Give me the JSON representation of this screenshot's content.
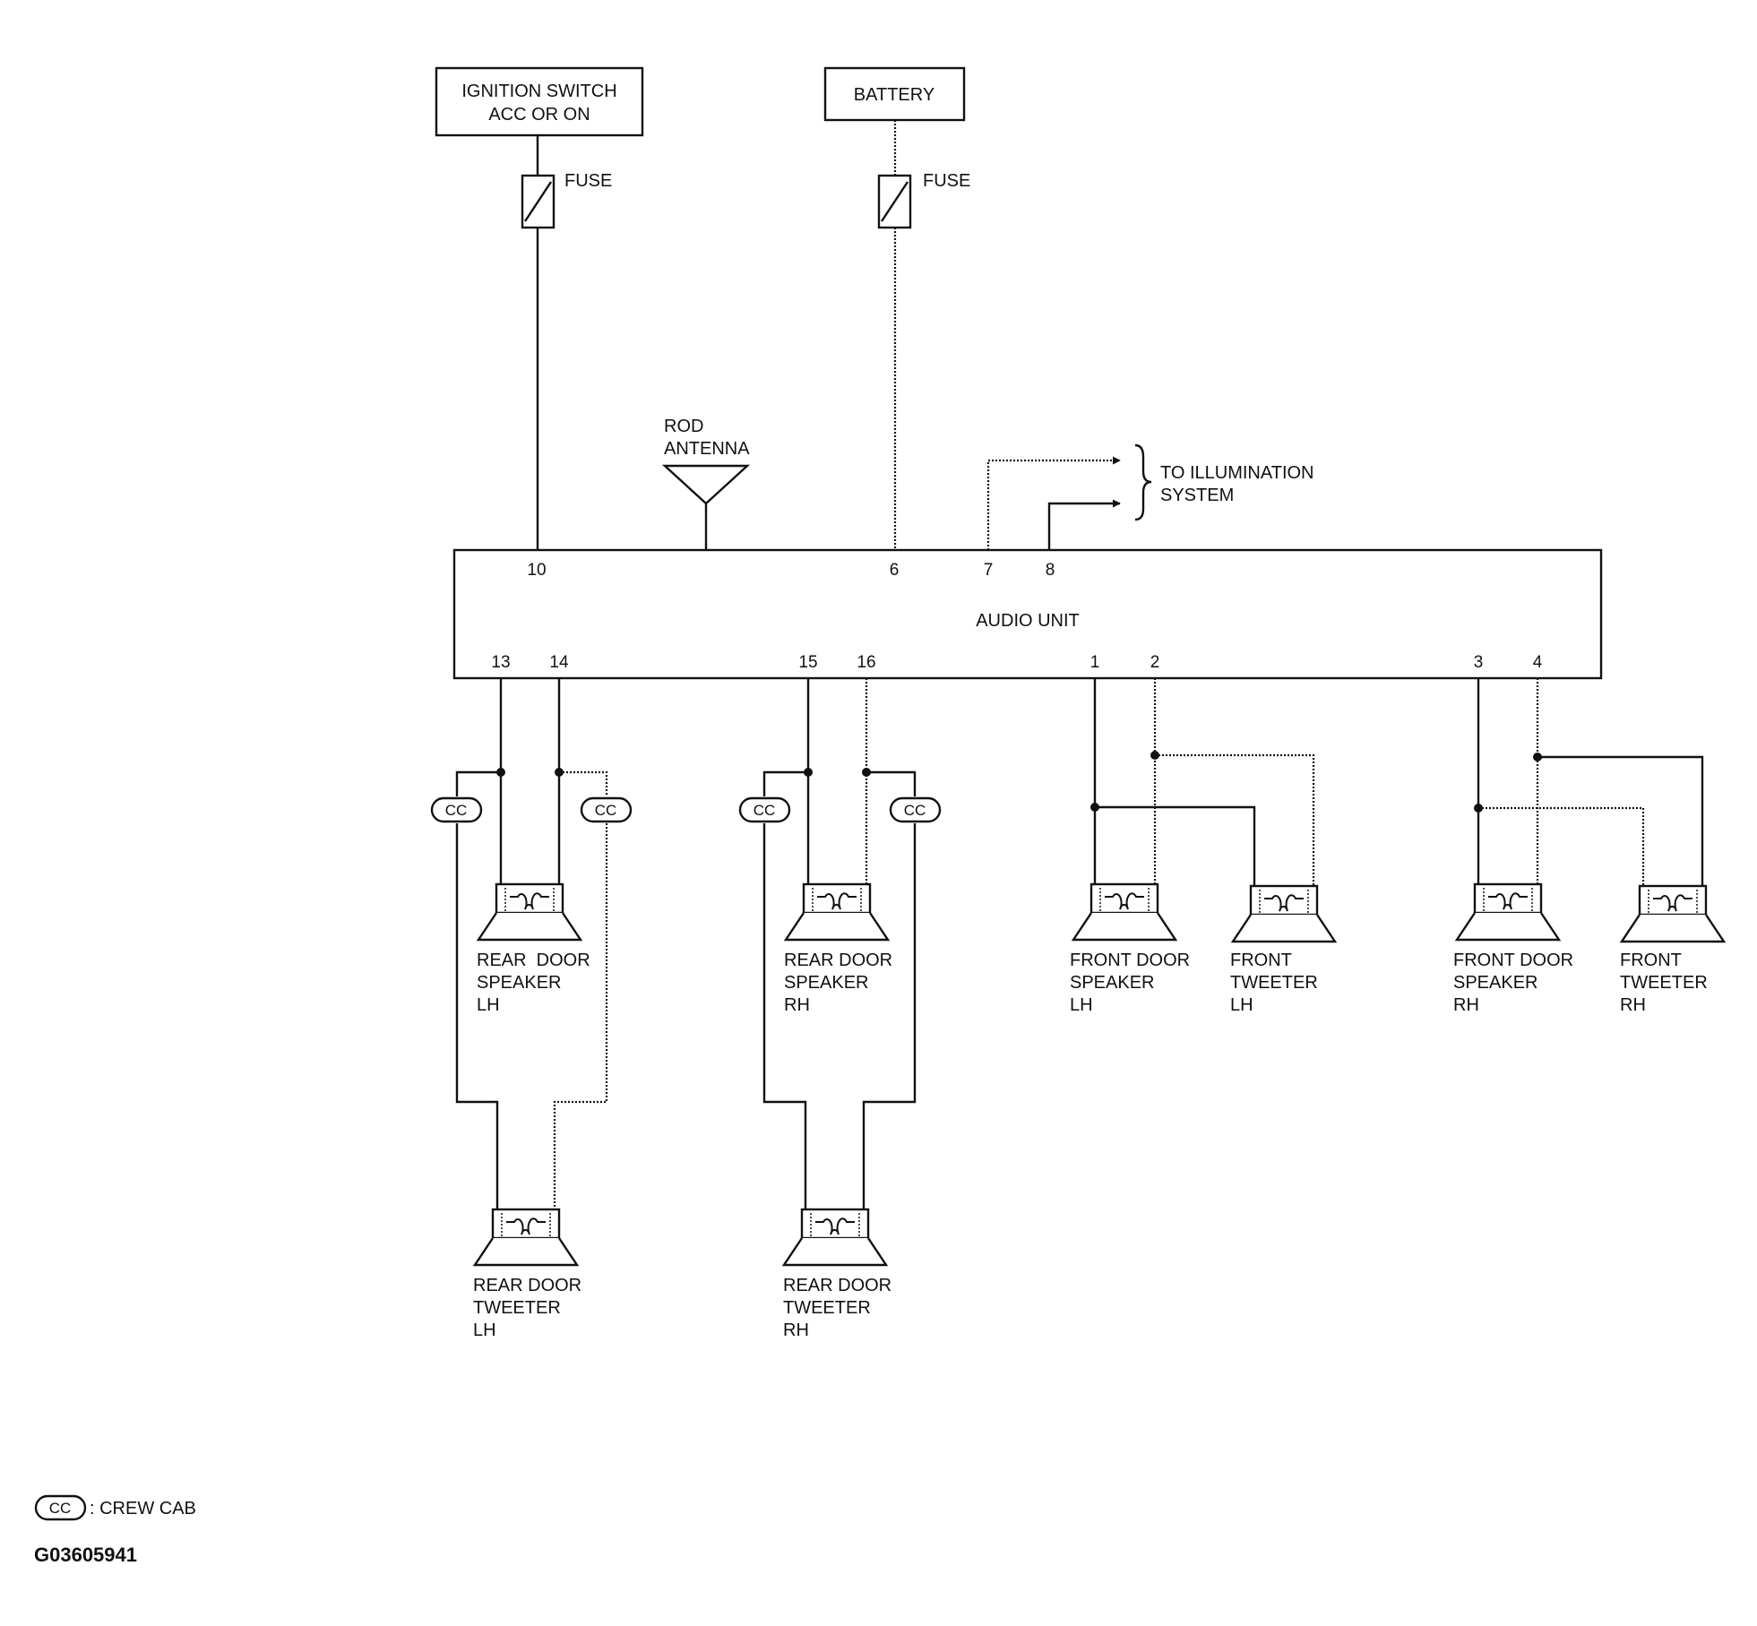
{
  "colors": {
    "ink": "#111111",
    "background": "#ffffff"
  },
  "power": {
    "ignition_label_line1": "IGNITION SWITCH",
    "ignition_label_line2": "ACC OR ON",
    "battery_label": "BATTERY",
    "fuse_label_left": "FUSE",
    "fuse_label_right": "FUSE"
  },
  "antenna": {
    "line1": "ROD",
    "line2": "ANTENNA"
  },
  "illumination": {
    "line1": "TO ILLUMINATION",
    "line2": "SYSTEM"
  },
  "audio_unit": {
    "label": "AUDIO UNIT",
    "top_pins": [
      "10",
      "6",
      "7",
      "8"
    ],
    "bottom_pins": [
      "13",
      "14",
      "15",
      "16",
      "1",
      "2",
      "3",
      "4"
    ]
  },
  "cc_tag": "CC",
  "speakers": {
    "rear_door_speaker_lh": [
      "REAR  DOOR",
      "SPEAKER",
      "LH"
    ],
    "rear_door_speaker_rh": [
      "REAR DOOR",
      "SPEAKER",
      "RH"
    ],
    "front_door_speaker_lh": [
      "FRONT DOOR",
      "SPEAKER",
      "LH"
    ],
    "front_tweeter_lh": [
      "FRONT",
      "TWEETER",
      "LH"
    ],
    "front_door_speaker_rh": [
      "FRONT DOOR",
      "SPEAKER",
      "RH"
    ],
    "front_tweeter_rh": [
      "FRONT",
      "TWEETER",
      "RH"
    ],
    "rear_door_tweeter_lh": [
      "REAR DOOR",
      "TWEETER",
      "LH"
    ],
    "rear_door_tweeter_rh": [
      "REAR DOOR",
      "TWEETER",
      "RH"
    ]
  },
  "legend": {
    "symbol": "CC",
    "text": ": CREW CAB"
  },
  "figure_code": "G03605941"
}
